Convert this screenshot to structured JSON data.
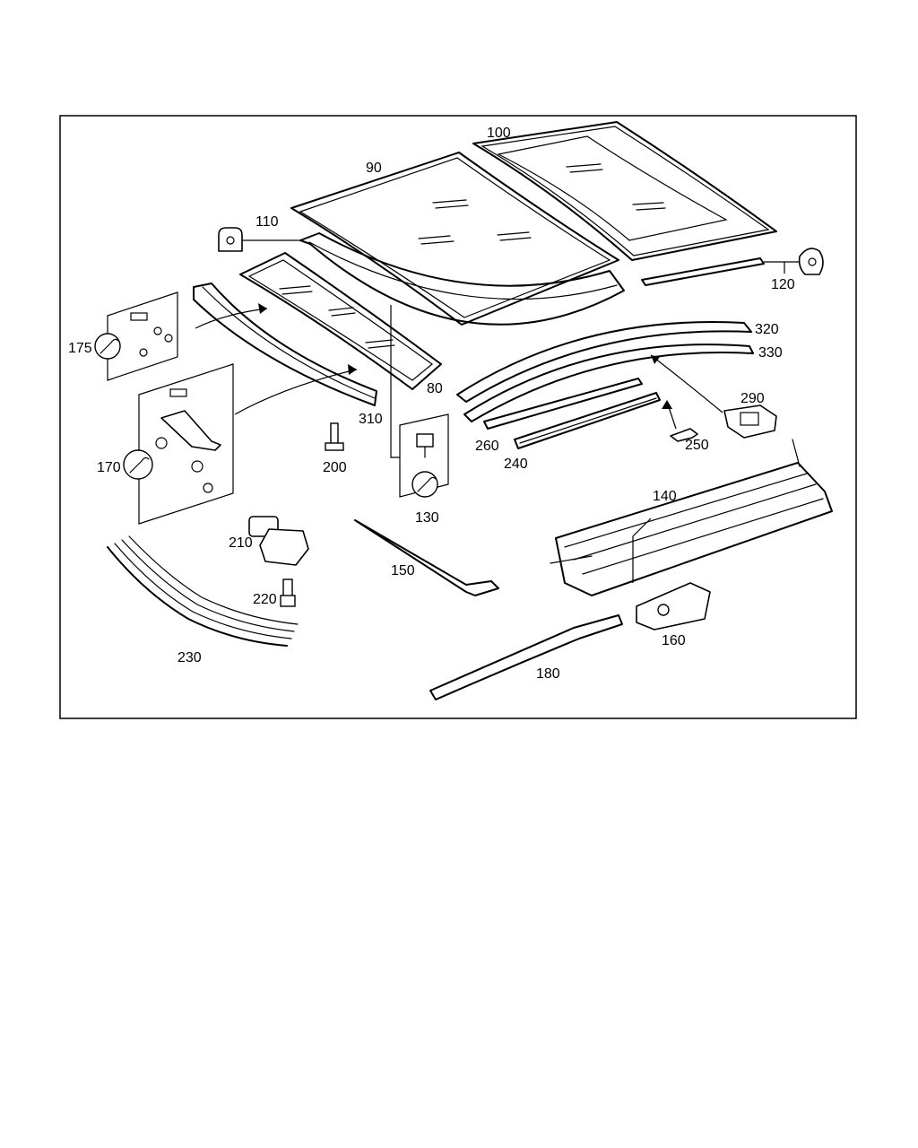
{
  "labels": {
    "p80": "80",
    "p90": "90",
    "p100": "100",
    "p110": "110",
    "p120": "120",
    "p130": "130",
    "p140": "140",
    "p150": "150",
    "p160": "160",
    "p170": "170",
    "p175": "175",
    "p180": "180",
    "p200": "200",
    "p210": "210",
    "p220": "220",
    "p230": "230",
    "p240": "240",
    "p250": "250",
    "p260": "260",
    "p290": "290",
    "p310": "310",
    "p320": "320",
    "p330": "330"
  },
  "icons": {
    "tool_icon": "wrench-icon",
    "seal_icon": "seal-profile-icon"
  }
}
